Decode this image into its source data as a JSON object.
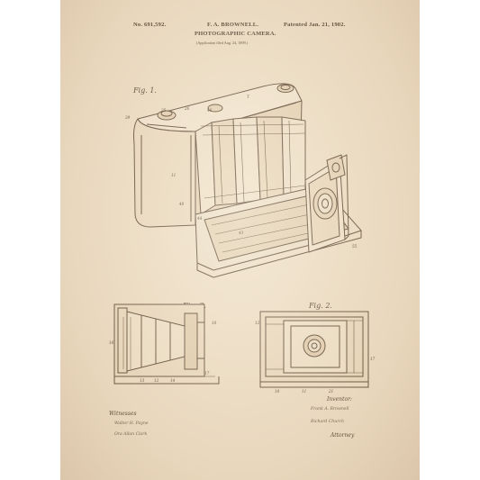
{
  "header": {
    "patent_no": "No. 691,592.",
    "inventor_name": "F. A. BROWNELL.",
    "title": "PHOTOGRAPHIC CAMERA.",
    "application": "(Application filed Aug. 24, 1899.)",
    "patented": "Patented Jan. 21, 1902."
  },
  "figures": {
    "fig1": "Fig. 1.",
    "fig2": "Fig. 2.",
    "fig3": "Fig. 3."
  },
  "signatures": {
    "witnesses_label": "Witnesses",
    "witness_1": "Walter H. Payne",
    "witness_2": "Ora Allan Clark",
    "inventor_label": "Inventor:",
    "inventor_sig": "Frank A. Brownell",
    "attorney_sig": "Richard Church",
    "attorney_label": "Attorney"
  },
  "leads": {
    "fig1": [
      "39",
      "25",
      "26",
      "46",
      "T",
      "11",
      "40",
      "44",
      "43",
      "55"
    ],
    "fig3": [
      "16",
      "13",
      "12",
      "14",
      "17",
      "10"
    ],
    "fig2": [
      "12",
      "10",
      "11",
      "21",
      "17"
    ]
  },
  "colors": {
    "paper": "#efe0c9",
    "ink": "#4a3a2c"
  }
}
